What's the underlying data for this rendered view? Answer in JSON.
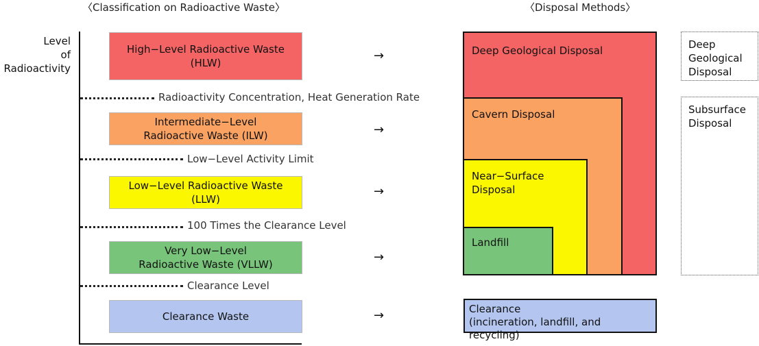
{
  "headings": {
    "classification": "〈Classification on Radioactive Waste〉",
    "disposal": "〈Disposal Methods〉"
  },
  "y_axis": {
    "line1": "Level",
    "line2": "of",
    "line3": "Radioactivity"
  },
  "classes": [
    {
      "line1": "High−Level Radioactive Waste",
      "line2": "(HLW)",
      "color": "#f46464"
    },
    {
      "line1": "Intermediate−Level",
      "line2": "Radioactive Waste (ILW)",
      "color": "#f9a262"
    },
    {
      "line1": "Low−Level Radioactive Waste",
      "line2": "(LLW)",
      "color": "#fbf700"
    },
    {
      "line1": "Very Low−Level",
      "line2": "Radioactive Waste (VLLW)",
      "color": "#78c47a"
    },
    {
      "line1": "Clearance Waste",
      "line2": "",
      "color": "#b4c6f0"
    }
  ],
  "thresholds": [
    "Radioactivity Concentration, Heat Generation Rate",
    "Low−Level Activity Limit",
    "100 Times the Clearance Level",
    "Clearance Level"
  ],
  "arrow": "→",
  "disposal": {
    "deep_geological": "Deep Geological Disposal",
    "cavern": "Cavern Disposal",
    "near_surface_line1": "Near−Surface",
    "near_surface_line2": "Disposal",
    "landfill": "Landfill",
    "clearance_line1": "Clearance",
    "clearance_line2": "(incineration, landfill, and recycling)"
  },
  "side_labels": {
    "deep_line1": "Deep",
    "deep_line2": "Geological",
    "deep_line3": "Disposal",
    "subsurface_line1": "Subsurface",
    "subsurface_line2": "Disposal"
  },
  "colors": {
    "deep": "#f46464",
    "cavern": "#f9a262",
    "near_surface": "#fbf700",
    "landfill": "#78c47a",
    "clearance": "#b4c6f0"
  }
}
